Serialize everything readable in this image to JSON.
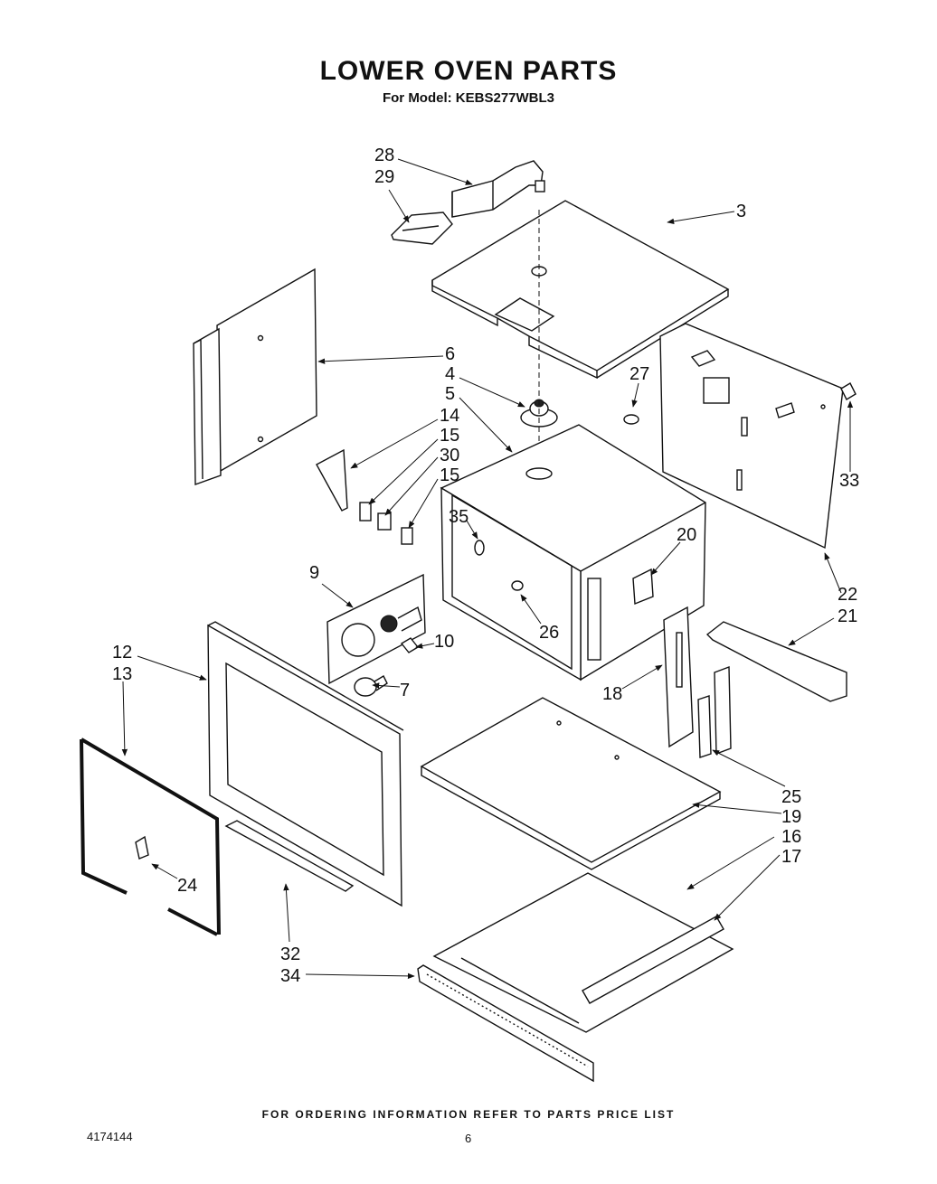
{
  "title": "LOWER OVEN PARTS",
  "subtitle": "For Model: KEBS277WBL3",
  "footer": "FOR ORDERING INFORMATION REFER TO PARTS PRICE LIST",
  "doc_number": "4174144",
  "page_number": "6",
  "callouts": [
    "28",
    "29",
    "3",
    "6",
    "4",
    "5",
    "27",
    "14",
    "15",
    "30",
    "15",
    "33",
    "35",
    "20",
    "22",
    "21",
    "9",
    "26",
    "10",
    "12",
    "13",
    "18",
    "7",
    "25",
    "19",
    "16",
    "17",
    "24",
    "32",
    "34"
  ]
}
